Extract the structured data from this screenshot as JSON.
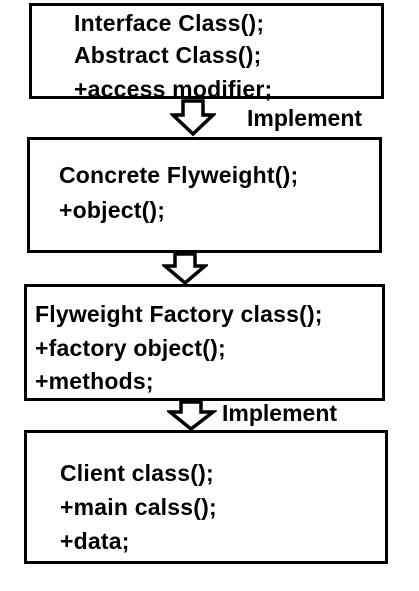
{
  "boxes": [
    {
      "id": "interface",
      "lines": [
        "Interface Class();",
        "Abstract Class();",
        "+access modifier;"
      ]
    },
    {
      "id": "concrete",
      "lines": [
        "Concrete Flyweight();",
        "+object();"
      ]
    },
    {
      "id": "factory",
      "lines": [
        "Flyweight Factory class();",
        "+factory object();",
        "+methods;"
      ]
    },
    {
      "id": "client",
      "lines": [
        "Client class();",
        "+main calss();",
        "+data;"
      ]
    }
  ],
  "connectors": [
    {
      "label": "Implement"
    },
    {
      "label": ""
    },
    {
      "label": "Implement"
    }
  ]
}
